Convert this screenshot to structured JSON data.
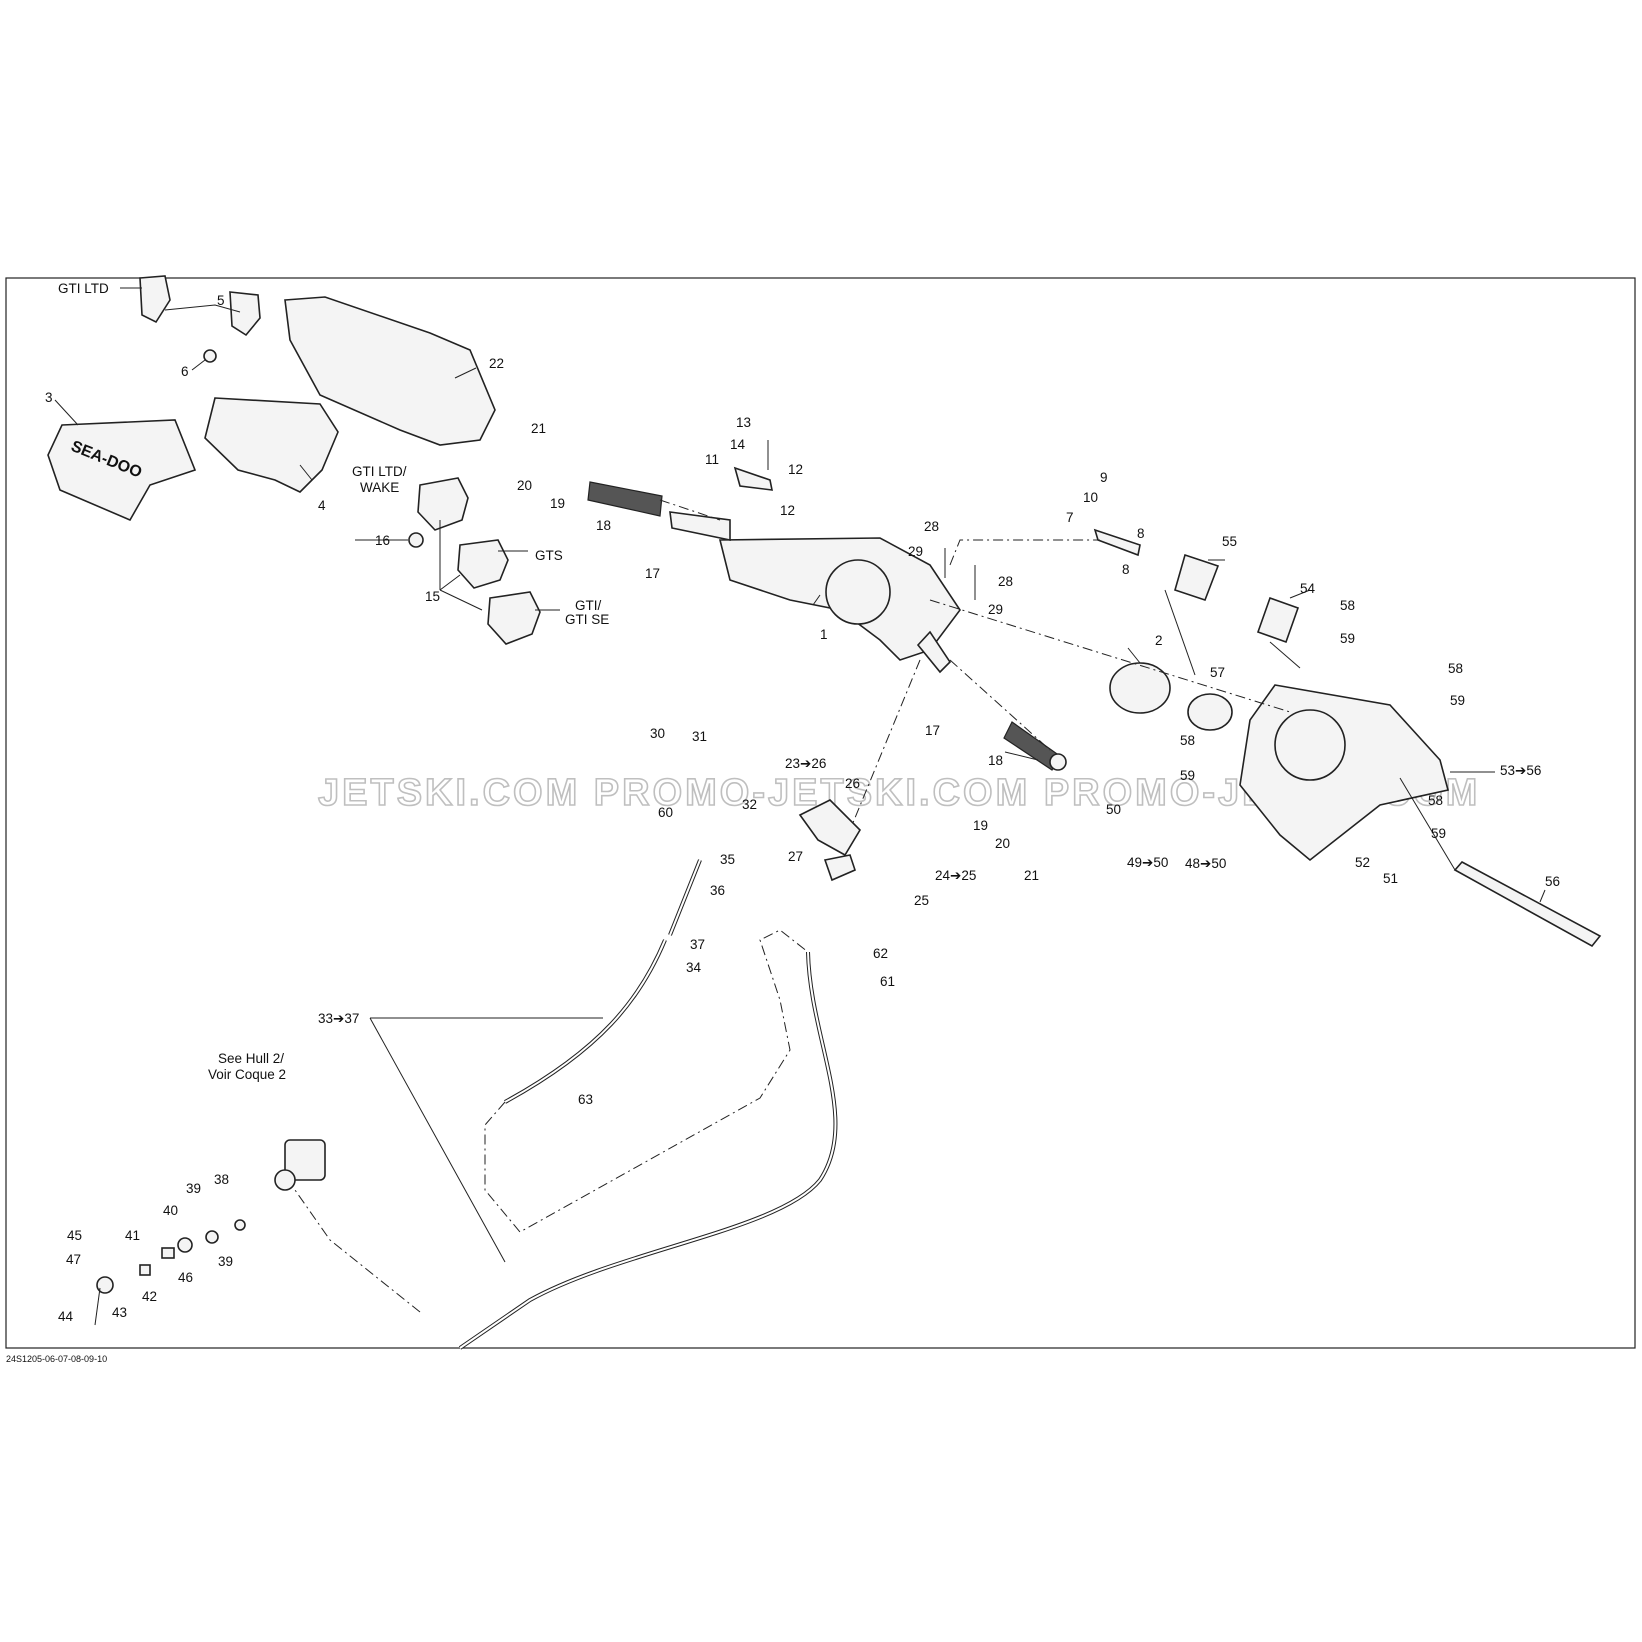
{
  "labels": {
    "gti_ltd": "GTI LTD",
    "gti_ltd_wake_1": "GTI LTD/",
    "gti_ltd_wake_2": "WAKE",
    "gts": "GTS",
    "gti_se_1": "GTI/",
    "gti_se_2": "GTI SE",
    "see_hull_1": "See Hull 2/",
    "see_hull_2": "Voir Coque 2",
    "footer_code": "24S1205-06-07-08-09-10",
    "watermark": "JETSKI.COM  PROMO-JETSKI.COM  PROMO-JETSKI.COM"
  },
  "callouts": {
    "c1": "1",
    "c2": "2",
    "c3": "3",
    "c4": "4",
    "c5": "5",
    "c6": "6",
    "c7": "7",
    "c8a": "8",
    "c8b": "8",
    "c9": "9",
    "c10": "10",
    "c11": "11",
    "c12a": "12",
    "c12b": "12",
    "c13": "13",
    "c14": "14",
    "c15": "15",
    "c16": "16",
    "c17a": "17",
    "c17b": "17",
    "c18a": "18",
    "c18b": "18",
    "c19a": "19",
    "c19b": "19",
    "c20a": "20",
    "c20b": "20",
    "c21a": "21",
    "c21b": "21",
    "c22": "22",
    "c23": "23➔26",
    "c24": "24➔25",
    "c25": "25",
    "c26": "26",
    "c27": "27",
    "c28a": "28",
    "c28b": "28",
    "c29a": "29",
    "c29b": "29",
    "c30": "30",
    "c31": "31",
    "c32": "32",
    "c33": "33➔37",
    "c34": "34",
    "c35": "35",
    "c36": "36",
    "c37": "37",
    "c38": "38",
    "c39a": "39",
    "c39b": "39",
    "c40": "40",
    "c41": "41",
    "c42": "42",
    "c43": "43",
    "c44": "44",
    "c45": "45",
    "c46": "46",
    "c47": "47",
    "c48": "48➔50",
    "c49": "49➔50",
    "c50": "50",
    "c51": "51",
    "c52": "52",
    "c53": "53➔56",
    "c54": "54",
    "c55": "55",
    "c56": "56",
    "c57": "57",
    "c58a": "58",
    "c58b": "58",
    "c58c": "58",
    "c58d": "58",
    "c59a": "59",
    "c59b": "59",
    "c59c": "59",
    "c59d": "59",
    "c60": "60",
    "c61": "61",
    "c62": "62",
    "c63": "63"
  },
  "logo_text": "SEA-DOO"
}
